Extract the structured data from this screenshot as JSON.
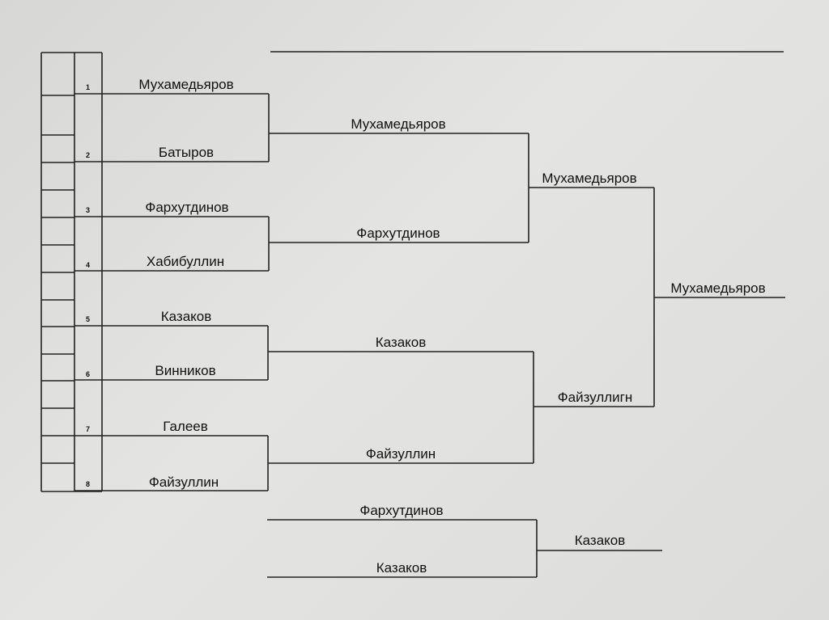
{
  "seeds": [
    "1",
    "2",
    "3",
    "4",
    "5",
    "6",
    "7",
    "8"
  ],
  "round1": [
    "Мухамедьяров",
    "Батыров",
    "Фархутдинов",
    "Хабибуллин",
    "Казаков",
    "Винников",
    "Галеев",
    "Файзуллин"
  ],
  "round2": [
    "Мухамедьяров",
    "Фархутдинов",
    "Казаков",
    "Файзуллин"
  ],
  "semifinal": [
    "Мухамедьяров",
    "Файзуллигн"
  ],
  "winner": "Мухамедьяров",
  "third_place": {
    "players": [
      "Фархутдинов",
      "Казаков"
    ],
    "winner": "Казаков"
  }
}
